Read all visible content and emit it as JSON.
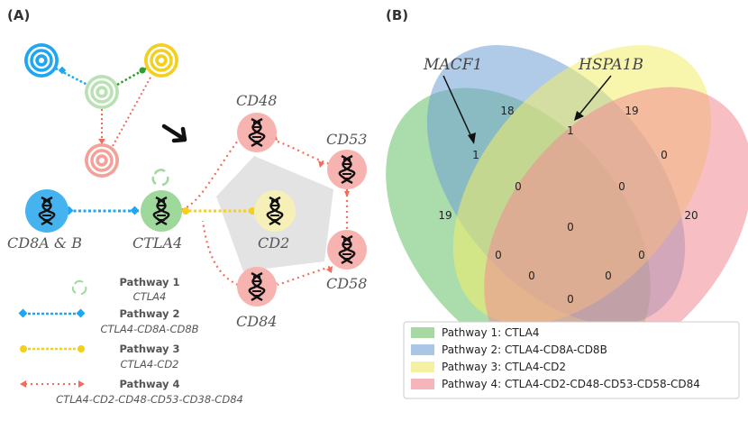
{
  "panel_a": {
    "label": "(A)",
    "genes": {
      "cd48": "CD48",
      "cd53": "CD53",
      "cd8ab": "CD8A & B",
      "ctla4": "CTLA4",
      "cd2": "CD2",
      "cd58": "CD58",
      "cd84": "CD84"
    },
    "legend": [
      {
        "title": "Pathway 1",
        "sub": "CTLA4"
      },
      {
        "title": "Pathway 2",
        "sub": "CTLA4-CD8A-CD8B"
      },
      {
        "title": "Pathway 3",
        "sub": "CTLA4-CD2"
      },
      {
        "title": "Pathway 4",
        "sub": "CTLA4-CD2-CD48-CD53-CD38-CD84"
      }
    ],
    "colors": {
      "p1": "#9fd89b",
      "p2": "#1ea7f0",
      "p3": "#f5cf1e",
      "p4": "#f26b5b"
    }
  },
  "panel_b": {
    "label": "(B)",
    "annotations": {
      "left": "MACF1",
      "right": "HSPA1B"
    },
    "regions": {
      "green_only": "19",
      "blue_only": "18",
      "yellow_only": "19",
      "red_only": "20",
      "gb": "1",
      "by": "1",
      "yr": "0",
      "gy": "0",
      "br": "0",
      "center": "0",
      "gyr": "0",
      "gy_low": "0",
      "gbr": "0",
      "br_low": "0",
      "bottom": "0"
    },
    "legend": [
      {
        "label": "Pathway 1: CTLA4",
        "color": "#90d090"
      },
      {
        "label": "Pathway 2: CTLA4-CD8A-CD8B",
        "color": "#8fb6de"
      },
      {
        "label": "Pathway 3: CTLA4-CD2",
        "color": "#f2ee8a"
      },
      {
        "label": "Pathway 4: CTLA4-CD2-CD48-CD53-CD58-CD84",
        "color": "#f4a3aa"
      }
    ]
  }
}
